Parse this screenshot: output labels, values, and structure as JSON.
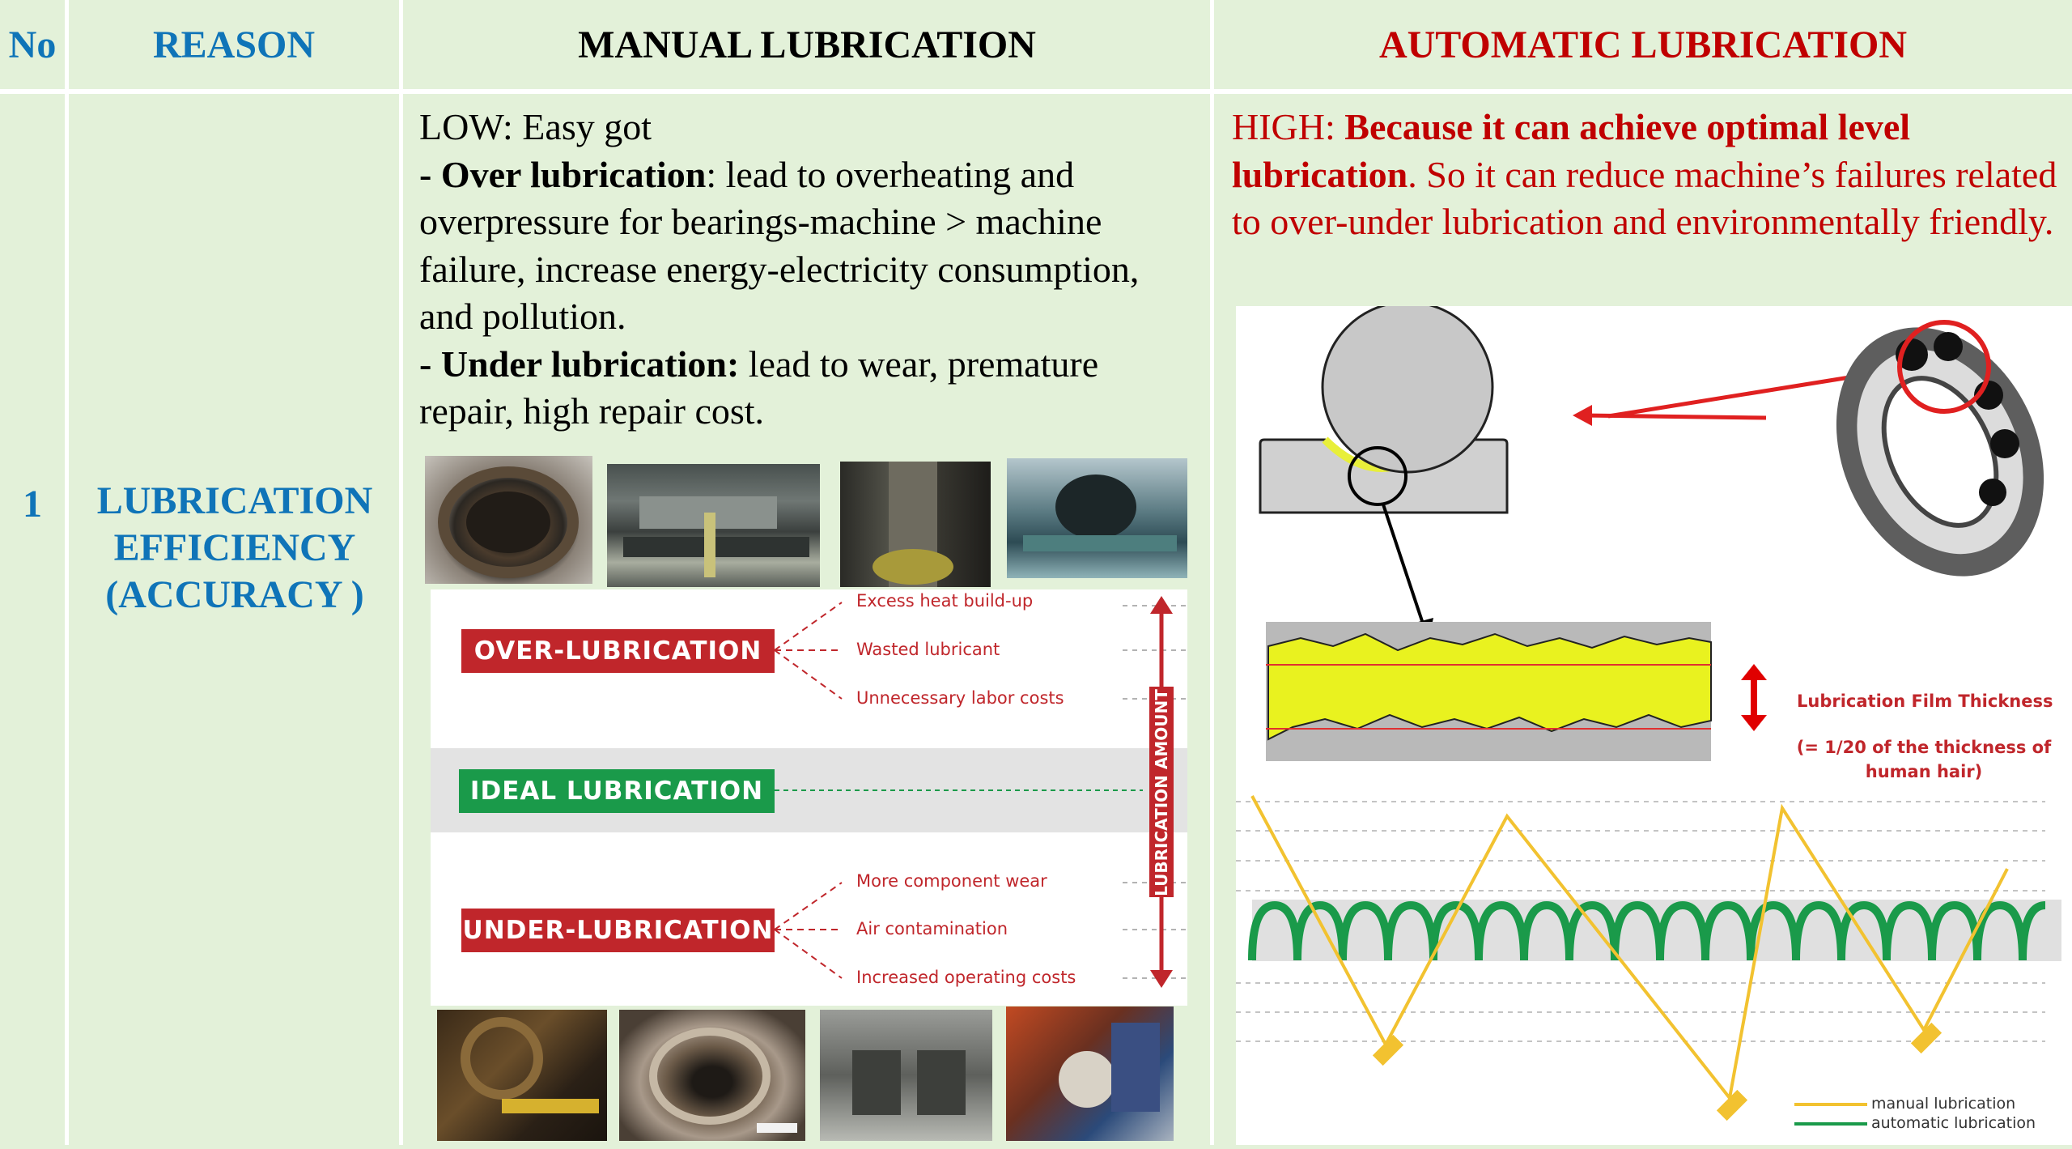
{
  "header": {
    "no": "No",
    "reason": "REASON",
    "manual": "MANUAL LUBRICATION",
    "automatic": "AUTOMATIC LUBRICATION"
  },
  "row": {
    "no": "1",
    "reason_line1": "LUBRICATION",
    "reason_line2": "EFFICIENCY",
    "reason_line3": "(ACCURACY )"
  },
  "manual": {
    "line1": "LOW: Easy got",
    "over_label": "- Over lubrication",
    "over_text": ": lead to overheating and overpressure for bearings-machine > machine failure, increase energy-electricity consumption, and pollution.",
    "under_label": "- Under lubrication:",
    "under_text": " lead to wear, premature repair, high repair cost."
  },
  "automatic": {
    "prefix": "HIGH: ",
    "bold": "Because it can achieve optimal level lubrication",
    "rest": ". So it can reduce machine’s failures related to over-under lubrication and environmentally friendly."
  },
  "infographic": {
    "over": "OVER-LUBRICATION",
    "ideal": "IDEAL LUBRICATION",
    "under": "UNDER-LUBRICATION",
    "over_items": [
      "Excess heat build-up",
      "Wasted lubricant",
      "Unnecessary labor costs"
    ],
    "under_items": [
      "More component wear",
      "Air contamination",
      "Increased operating costs"
    ],
    "axis": "LUBRICATION AMOUNT",
    "colors": {
      "red": "#c0262b",
      "green": "#1a9a4a",
      "band": "#e3e3e3"
    }
  },
  "bearing_diagram": {
    "film_label": "Lubrication Film Thickness",
    "film_note_line1": "(= 1/20 of the thickness of",
    "film_note_line2": "human hair)"
  },
  "lube_chart": {
    "legend_manual": "manual lubrication",
    "legend_auto": "automatic lubrication",
    "colors": {
      "manual": "#f2c230",
      "auto": "#1a9a4a"
    }
  }
}
